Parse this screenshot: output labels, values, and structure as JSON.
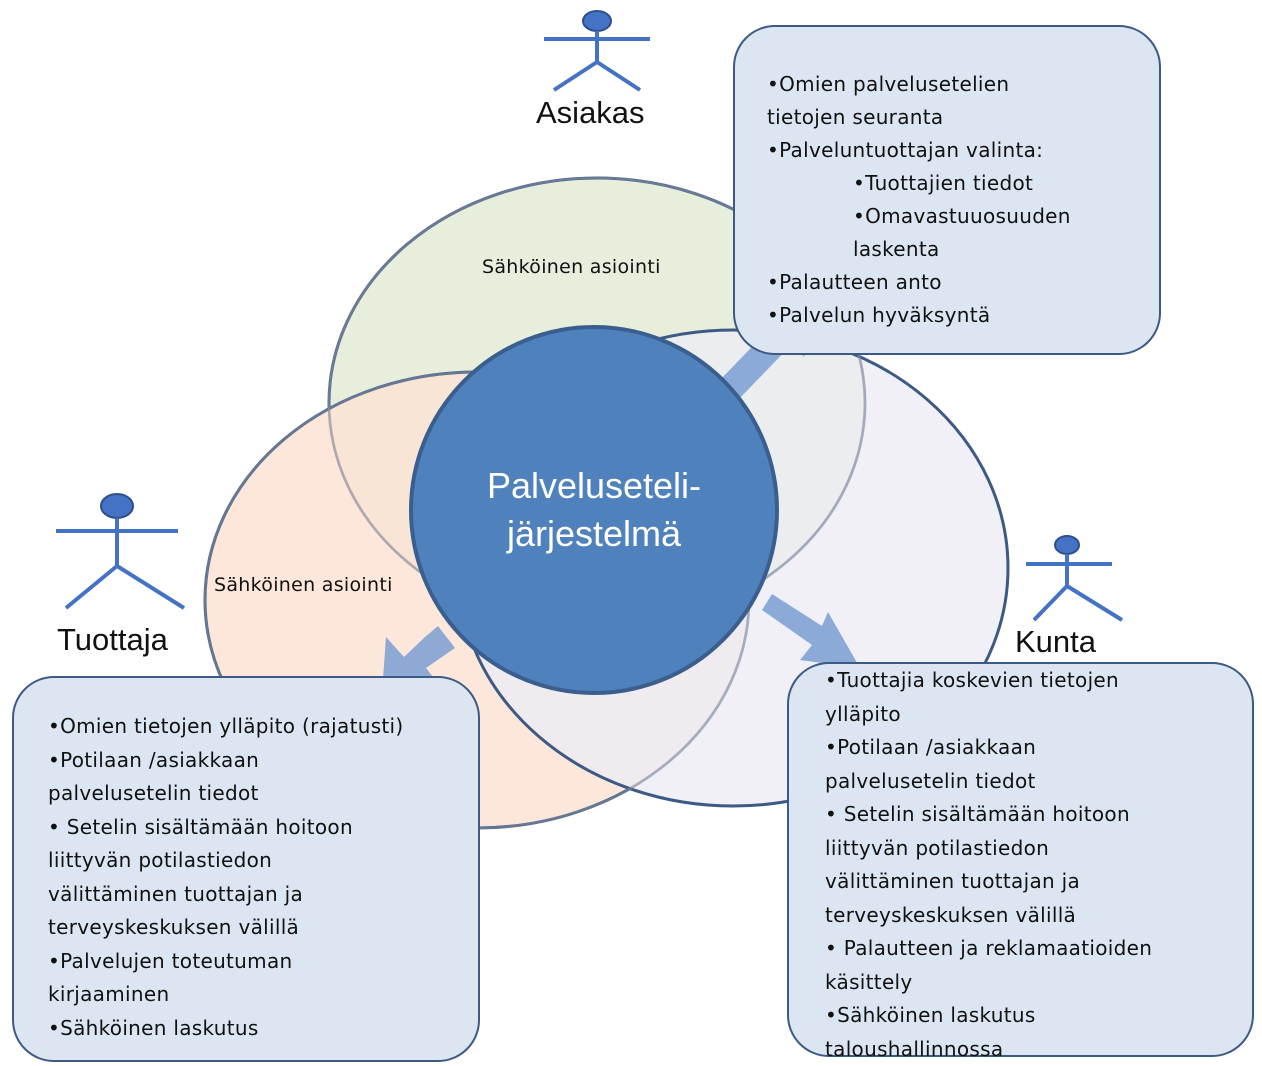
{
  "colors": {
    "ellipse_top": "#e7eedc",
    "ellipse_left": "#fbe3d3",
    "ellipse_right": "#ececf4",
    "ellipse_stroke": "#3d5a85",
    "center_fill": "#4f81bd",
    "box_fill": "#dce6f2",
    "arrow": "#7a9ed2",
    "actor": "#4472c4"
  },
  "center": {
    "line1": "Palveluseteli-",
    "line2": "järjestelmä"
  },
  "actors": {
    "asiakas": "Asiakas",
    "tuottaja": "Tuottaja",
    "kunta": "Kunta"
  },
  "regions": {
    "top": "Sähköinen asiointi",
    "left": "Sähköinen asiointi"
  },
  "boxes": {
    "asiakas": [
      "•Omien palvelusetelien",
      "tietojen seuranta",
      "•Palveluntuottajan valinta:",
      "•Tuottajien tiedot",
      "•Omavastuuosuuden",
      "laskenta",
      "•Palautteen anto",
      "•Palvelun hyväksyntä"
    ],
    "tuottaja": [
      "•Omien tietojen ylläpito (rajatusti)",
      "•Potilaan /asiakkaan",
      "palvelusetelin tiedot",
      "• Setelin sisältämään hoitoon",
      "liittyvän potilastiedon",
      "välittäminen tuottajan ja",
      "terveyskeskuksen välillä",
      "•Palvelujen toteutuman",
      "kirjaaminen",
      "•Sähköinen laskutus"
    ],
    "kunta": [
      "•Tuottajia koskevien tietojen",
      "ylläpito",
      "•Potilaan /asiakkaan",
      "palvelusetelin tiedot",
      "• Setelin sisältämään hoitoon",
      "liittyvän potilastiedon",
      "välittäminen tuottajan ja",
      "terveyskeskuksen välillä",
      "• Palautteen ja reklamaatioiden",
      "käsittely",
      "•Sähköinen laskutus",
      "taloushallinnossa"
    ]
  }
}
